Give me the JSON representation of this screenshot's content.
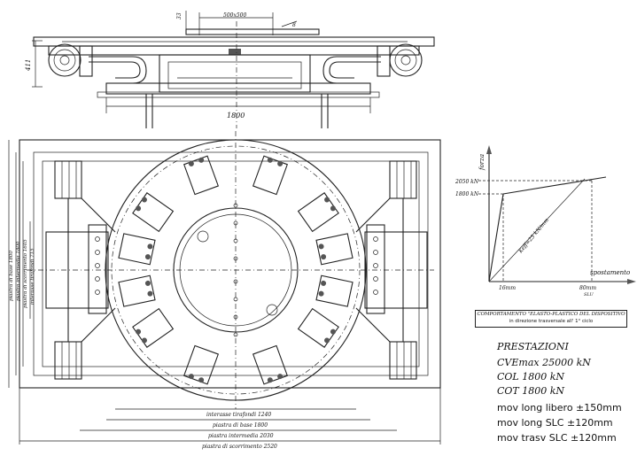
{
  "top_view": {
    "dim_33": "33",
    "dim_500x500": "500x500",
    "dim_411": "411",
    "dim_1800": "1800",
    "dim_small": "8"
  },
  "plan_view": {
    "vertical_labels": [
      "piastra di base 1800",
      "piastra intermedia 1800",
      "piastra di scorrimento 1605",
      "interasse tirafondi 715"
    ],
    "bottom_labels": [
      "interasse tirafondi 1240",
      "piastra di base 1800",
      "piastra intermedia 2030",
      "piastra di scorrimento 2520"
    ]
  },
  "graph": {
    "y_axis_label": "forza",
    "x_axis_label": "spostamento",
    "y_ticks": [
      "2050 kN",
      "1800 kN"
    ],
    "x_ticks": [
      "16mm",
      "80mm"
    ],
    "x_tick_sub": "SLU",
    "slope_label": "Keff=25 kN/mm",
    "caption_line1": "COMPORTAMENTO \"ELASTO-PLASTICO DEL DISPOSITIVO",
    "caption_line2": "in direzione trasversale all' 1° ciclo"
  },
  "performance": {
    "title": "PRESTAZIONI",
    "items": [
      "CVEmax 25000 kN",
      "COL 1800 kN",
      "COT 1800 kN",
      "mov long libero ±150mm",
      "mov long SLC ±120mm",
      "mov trasv SLC ±120mm"
    ]
  }
}
